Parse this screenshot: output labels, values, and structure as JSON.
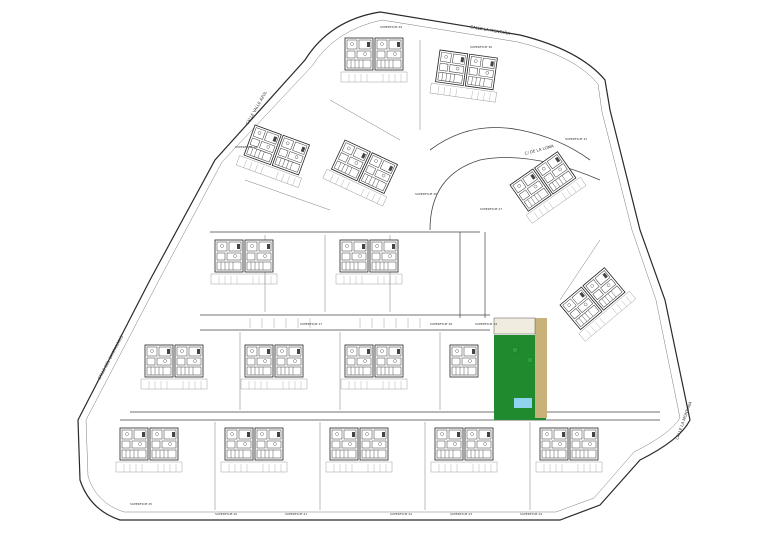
{
  "plan": {
    "streets": [
      {
        "id": "north",
        "label": "CALLE LA MONTAÑA"
      },
      {
        "id": "northwest",
        "label": "CALLE VALLE AZUL"
      },
      {
        "id": "inner",
        "label": "C/ DE LA LOMA"
      },
      {
        "id": "west",
        "label": "CALLE DEL CAMPANARIO"
      },
      {
        "id": "east",
        "label": "CALLE LA MONTAÑA"
      }
    ],
    "parcels": [
      {
        "id": "p1",
        "label": "SUPERFICIE 29"
      },
      {
        "id": "p2",
        "label": "SUPERFICIE 30"
      },
      {
        "id": "p3",
        "label": "SUPERFICIE 31"
      },
      {
        "id": "p4",
        "label": "SUPERFICIE 17"
      },
      {
        "id": "p5",
        "label": "SUPERFICIE 18"
      },
      {
        "id": "p6",
        "label": "SUPERFICIE 19"
      },
      {
        "id": "p7",
        "label": "SUPERFICIE 20"
      },
      {
        "id": "p8",
        "label": "SUPERFICIE 21"
      },
      {
        "id": "p9",
        "label": "SUPERFICIE 22"
      },
      {
        "id": "p10",
        "label": "SUPERFICIE 23"
      },
      {
        "id": "p11",
        "label": "SUPERFICIE 24"
      },
      {
        "id": "p12",
        "label": "SUPERFICIE 25"
      },
      {
        "id": "p13",
        "label": "SUPERFICIE 26"
      },
      {
        "id": "p14",
        "label": "SUPERFICIE 27"
      },
      {
        "id": "p15",
        "label": "SUPERFICIE 28"
      }
    ],
    "colors": {
      "line": "#2a2a2a",
      "thin": "#7a7a7a",
      "lawn": "#1f8a2e",
      "paving": "#c8b27a",
      "pool": "#8fd3f0"
    }
  }
}
